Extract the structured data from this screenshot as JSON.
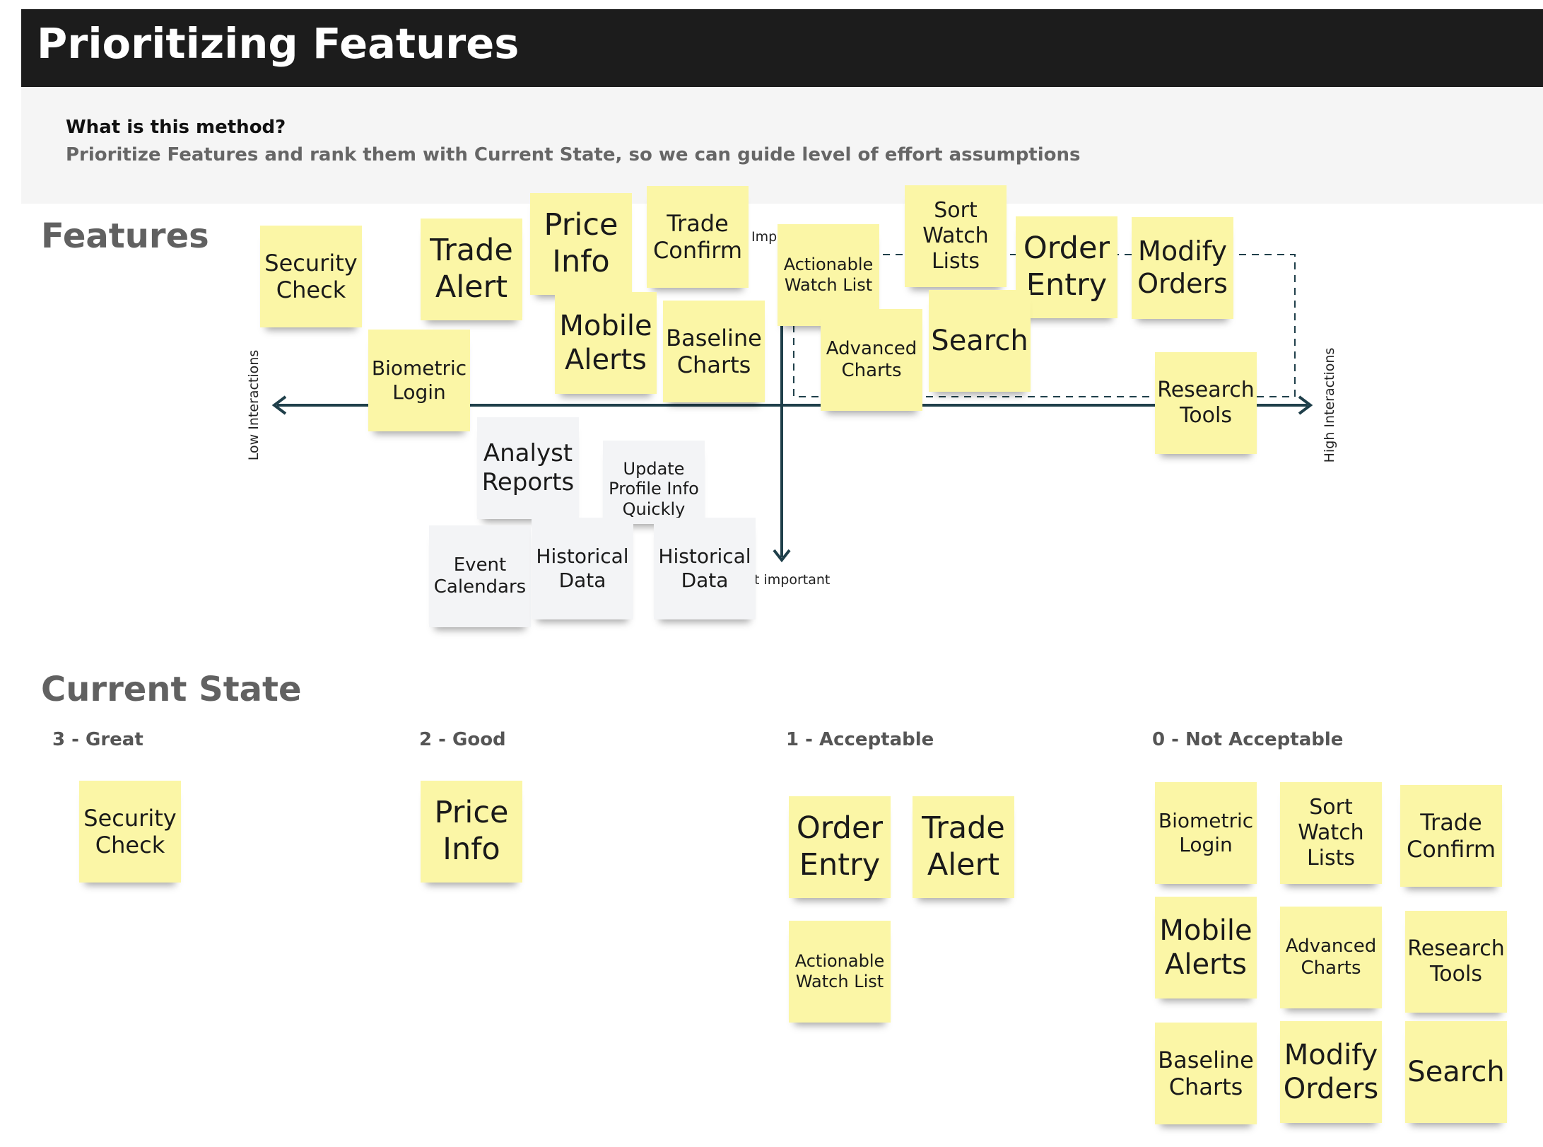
{
  "header": {
    "title": "Prioritizing Features"
  },
  "intro": {
    "question": "What is this method?",
    "description": "Prioritize Features and rank them with Current State, so we can guide level of effort assumptions"
  },
  "features": {
    "heading": "Features",
    "axes": {
      "low_interactions": "Low Interactions",
      "high_interactions": "High Interactions",
      "important_partial": "Impo",
      "not_important_partial": "t important"
    },
    "notes": [
      {
        "label": "Security Check",
        "color": "yellow"
      },
      {
        "label": "Trade Alert",
        "color": "yellow"
      },
      {
        "label": "Price Info",
        "color": "yellow"
      },
      {
        "label": "Trade Confirm",
        "color": "yellow"
      },
      {
        "label": "Actionable Watch List",
        "color": "yellow"
      },
      {
        "label": "Sort Watch Lists",
        "color": "yellow"
      },
      {
        "label": "Order Entry",
        "color": "yellow"
      },
      {
        "label": "Modify Orders",
        "color": "yellow"
      },
      {
        "label": "Biometric Login",
        "color": "yellow"
      },
      {
        "label": "Mobile Alerts",
        "color": "yellow"
      },
      {
        "label": "Baseline Charts",
        "color": "yellow"
      },
      {
        "label": "Advanced Charts",
        "color": "yellow"
      },
      {
        "label": "Search",
        "color": "yellow"
      },
      {
        "label": "Research Tools",
        "color": "yellow"
      },
      {
        "label": "Analyst Reports",
        "color": "white"
      },
      {
        "label": "Update Profile Info Quickly",
        "color": "white"
      },
      {
        "label": "Event Calendars",
        "color": "white"
      },
      {
        "label": "Historical Data",
        "color": "white"
      },
      {
        "label": "Historical Data",
        "color": "white"
      }
    ]
  },
  "current_state": {
    "heading": "Current State",
    "columns": [
      {
        "label": "3 - Great",
        "notes": [
          "Security Check"
        ]
      },
      {
        "label": "2 - Good",
        "notes": [
          "Price Info"
        ]
      },
      {
        "label": "1 - Acceptable",
        "notes": [
          "Order Entry",
          "Trade Alert",
          "Actionable Watch List"
        ]
      },
      {
        "label": "0 - Not Acceptable",
        "notes": [
          "Biometric Login",
          "Sort Watch Lists",
          "Trade Confirm",
          "Mobile Alerts",
          "Advanced Charts",
          "Research Tools",
          "Baseline Charts",
          "Modify Orders",
          "Search"
        ]
      }
    ]
  },
  "colors": {
    "sticky_yellow": "#fbf6a6",
    "sticky_white": "#f3f4f6",
    "axis": "#1f3f4a",
    "header_bg": "#1c1c1c"
  }
}
